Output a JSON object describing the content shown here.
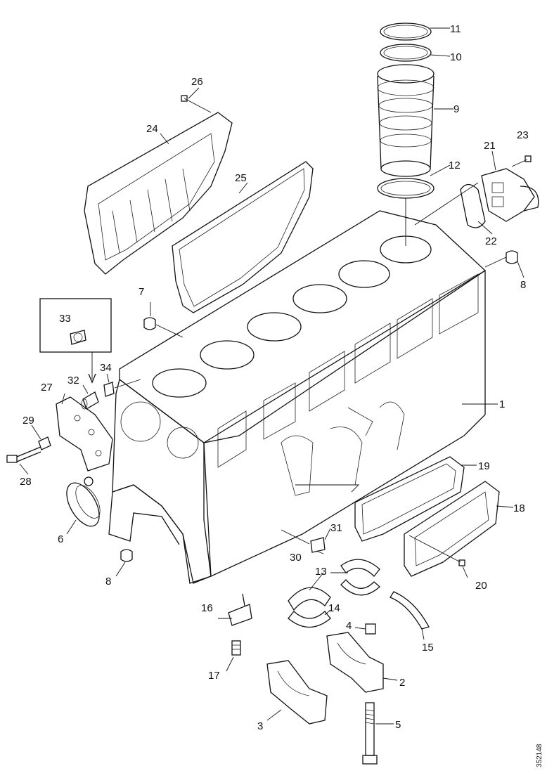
{
  "drawing_ref": "352148",
  "callouts": [
    "1",
    "2",
    "3",
    "4",
    "5",
    "6",
    "7",
    "8",
    "8",
    "9",
    "10",
    "11",
    "12",
    "13",
    "14",
    "15",
    "16",
    "17",
    "18",
    "19",
    "20",
    "21",
    "22",
    "23",
    "24",
    "25",
    "26",
    "27",
    "28",
    "29",
    "30",
    "31",
    "32",
    "33",
    "34"
  ],
  "inset_label": "33"
}
